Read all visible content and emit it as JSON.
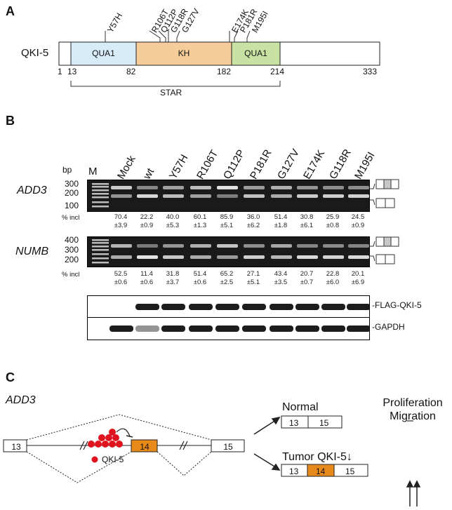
{
  "panelA": {
    "letter": "A",
    "protein": "QKI-5",
    "domains": [
      {
        "label": "QUA1",
        "color": "#d8ebf8"
      },
      {
        "label": "KH",
        "color": "#f6cd9a"
      },
      {
        "label": "QUA1",
        "color": "#c8e2a3"
      }
    ],
    "positions": [
      "1",
      "13",
      "82",
      "182",
      "214",
      "333"
    ],
    "mutations": [
      "Y57H",
      "R106T",
      "Q112P",
      "G118R",
      "G127V",
      "E174K",
      "P181R",
      "M195I"
    ],
    "star_label": "STAR"
  },
  "panelB": {
    "letter": "B",
    "bp_label": "bp",
    "marker_label": "M",
    "lanes": [
      "Mock",
      "wt",
      "Y57H",
      "R106T",
      "Q112P",
      "P181R",
      "G127V",
      "E174K",
      "G118R",
      "M195I"
    ],
    "add3": {
      "gene": "ADD3",
      "ladder": [
        "300",
        "200",
        "100"
      ],
      "incl_label": "% incl",
      "means": [
        "70.4",
        "22.2",
        "40.0",
        "60.1",
        "85.9",
        "36.0",
        "51.4",
        "30.8",
        "25.9",
        "24.5"
      ],
      "sds": [
        "±3.9",
        "±0.9",
        "±5.3",
        "±1.3",
        "±5.1",
        "±6.2",
        "±1.8",
        "±6.1",
        "±0.8",
        "±0.9"
      ]
    },
    "numb": {
      "gene": "NUMB",
      "ladder": [
        "400",
        "300",
        "200"
      ],
      "incl_label": "% incl",
      "means": [
        "52.5",
        "11.4",
        "31.8",
        "51.4",
        "65.2",
        "27.1",
        "43.4",
        "20.7",
        "22.8",
        "20.1"
      ],
      "sds": [
        "±0.6",
        "±0.6",
        "±3.7",
        "±0.6",
        "±2.5",
        "±5.1",
        "±3.5",
        "±0.7",
        "±6.0",
        "±6.9"
      ]
    },
    "blots": [
      "FLAG-QKI-5",
      "GAPDH"
    ]
  },
  "panelC": {
    "letter": "C",
    "gene": "ADD3",
    "exons": [
      "13",
      "14",
      "15"
    ],
    "legend": "QKI-5",
    "normal_label": "Normal",
    "tumor_label": "Tumor QKI-5",
    "tumor_arrow": "↓",
    "phenotype_header_1": "Proliferation",
    "phenotype_header_2": "Migration",
    "normal_effect": "–",
    "tumor_effect": "↑↑",
    "colors": {
      "qki": "#e0141e",
      "exon14": "#e88a1a"
    }
  }
}
